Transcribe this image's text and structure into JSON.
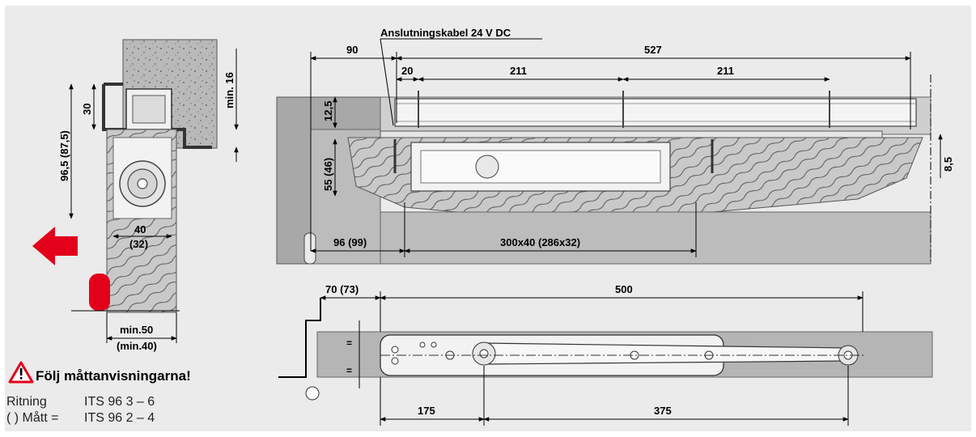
{
  "diagram": {
    "cable_label": "Anslutningskabel 24 V DC",
    "dims": {
      "d90": "90",
      "d527": "527",
      "d20": "20",
      "d211a": "211",
      "d211b": "211",
      "d12_5": "12,5",
      "d55": "55 (46)",
      "d8_5": "8,5",
      "d96": "96 (99)",
      "d300": "300x40 (286x32)",
      "d70": "70 (73)",
      "d500": "500",
      "d175": "175",
      "d375": "375",
      "d30": "30",
      "d96_5": "96,5 (87,5)",
      "min16": "min. 16",
      "d40": "40",
      "d32": "(32)",
      "min50": "min.50",
      "min40": "(min.40)"
    }
  },
  "notice": {
    "title": "Följ måttanvisningarna!",
    "line1_label": "Ritning",
    "line1_value": "ITS 96 3 – 6",
    "line2_label": "( ) Mått =",
    "line2_value": "ITS 96 2 – 4"
  },
  "colors": {
    "background": "#ebebeb",
    "frame_gray": "#a8a8a8",
    "arrow_red": "#e3001b",
    "warning_red": "#e3001b"
  }
}
